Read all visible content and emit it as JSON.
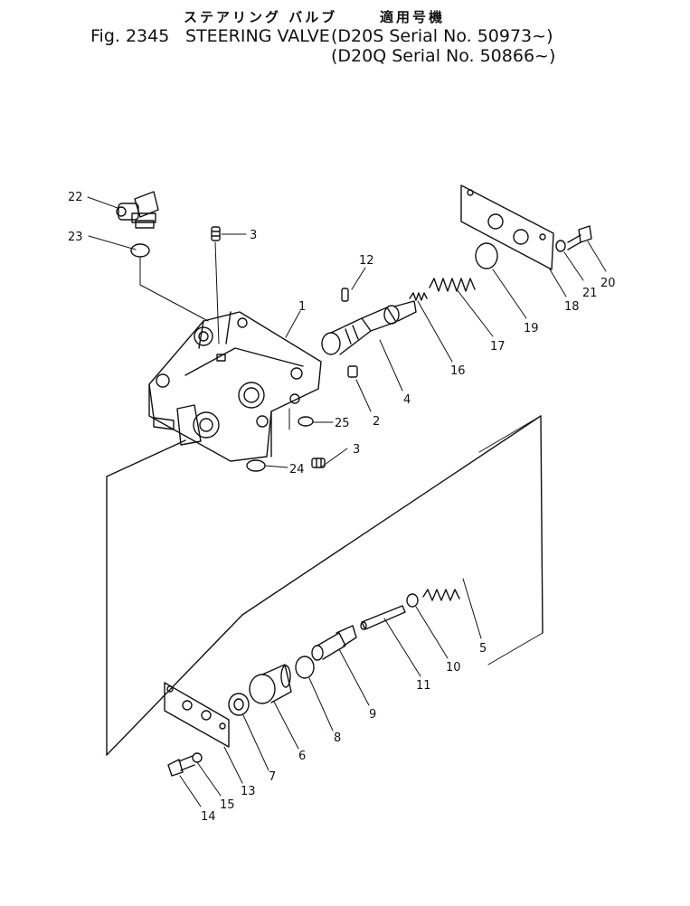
{
  "header": {
    "title_jp": "ステアリング バルブ",
    "applicable_jp": "適用号機",
    "fig_label": "Fig. 2345",
    "title_en": "STEERING VALVE",
    "serial_line_1": "(D20S Serial No. 50973~)",
    "serial_line_2": "(D20Q Serial No. 50866~)"
  },
  "callouts": {
    "p1": "1",
    "p2": "2",
    "p3a": "3",
    "p3b": "3",
    "p4": "4",
    "p5": "5",
    "p6": "6",
    "p7": "7",
    "p8": "8",
    "p9": "9",
    "p10": "10",
    "p11": "11",
    "p12": "12",
    "p13": "13",
    "p14": "14",
    "p15": "15",
    "p16": "16",
    "p17": "17",
    "p18": "18",
    "p19": "19",
    "p20": "20",
    "p21": "21",
    "p22": "22",
    "p23": "23",
    "p24": "24",
    "p25": "25"
  }
}
